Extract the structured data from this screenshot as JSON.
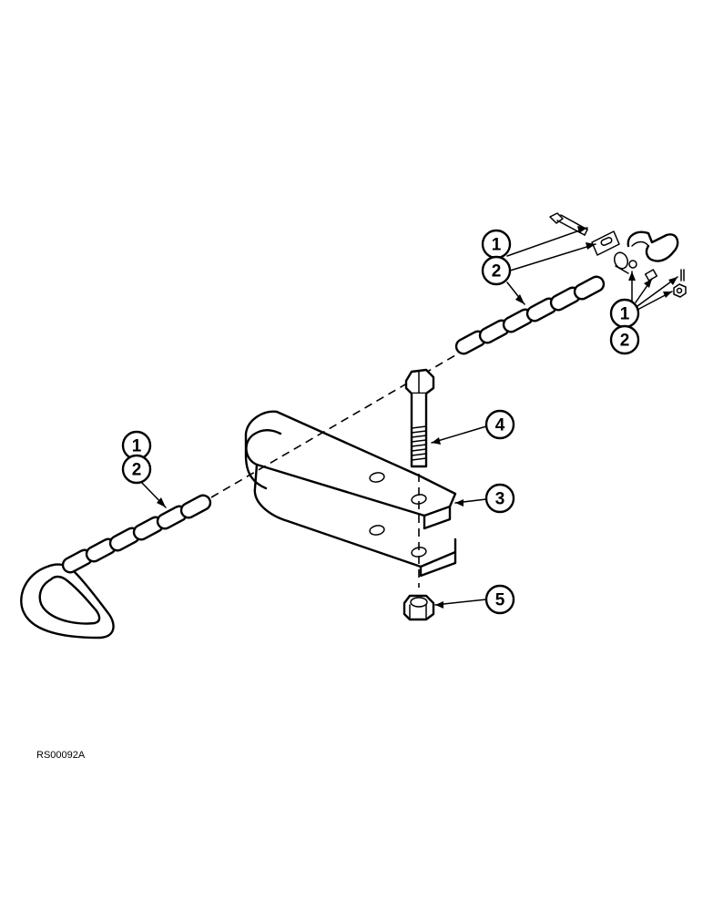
{
  "callouts": {
    "left_chain_part": "1",
    "left_chain_alt_part": "2",
    "right_pin_part": "1",
    "right_chain_part": "2",
    "right_hook_part": "1",
    "right_hook_alt_part": "2",
    "bolt_part": "4",
    "bracket_part": "3",
    "nut_part": "5"
  },
  "figure_ref": "RS00092A"
}
